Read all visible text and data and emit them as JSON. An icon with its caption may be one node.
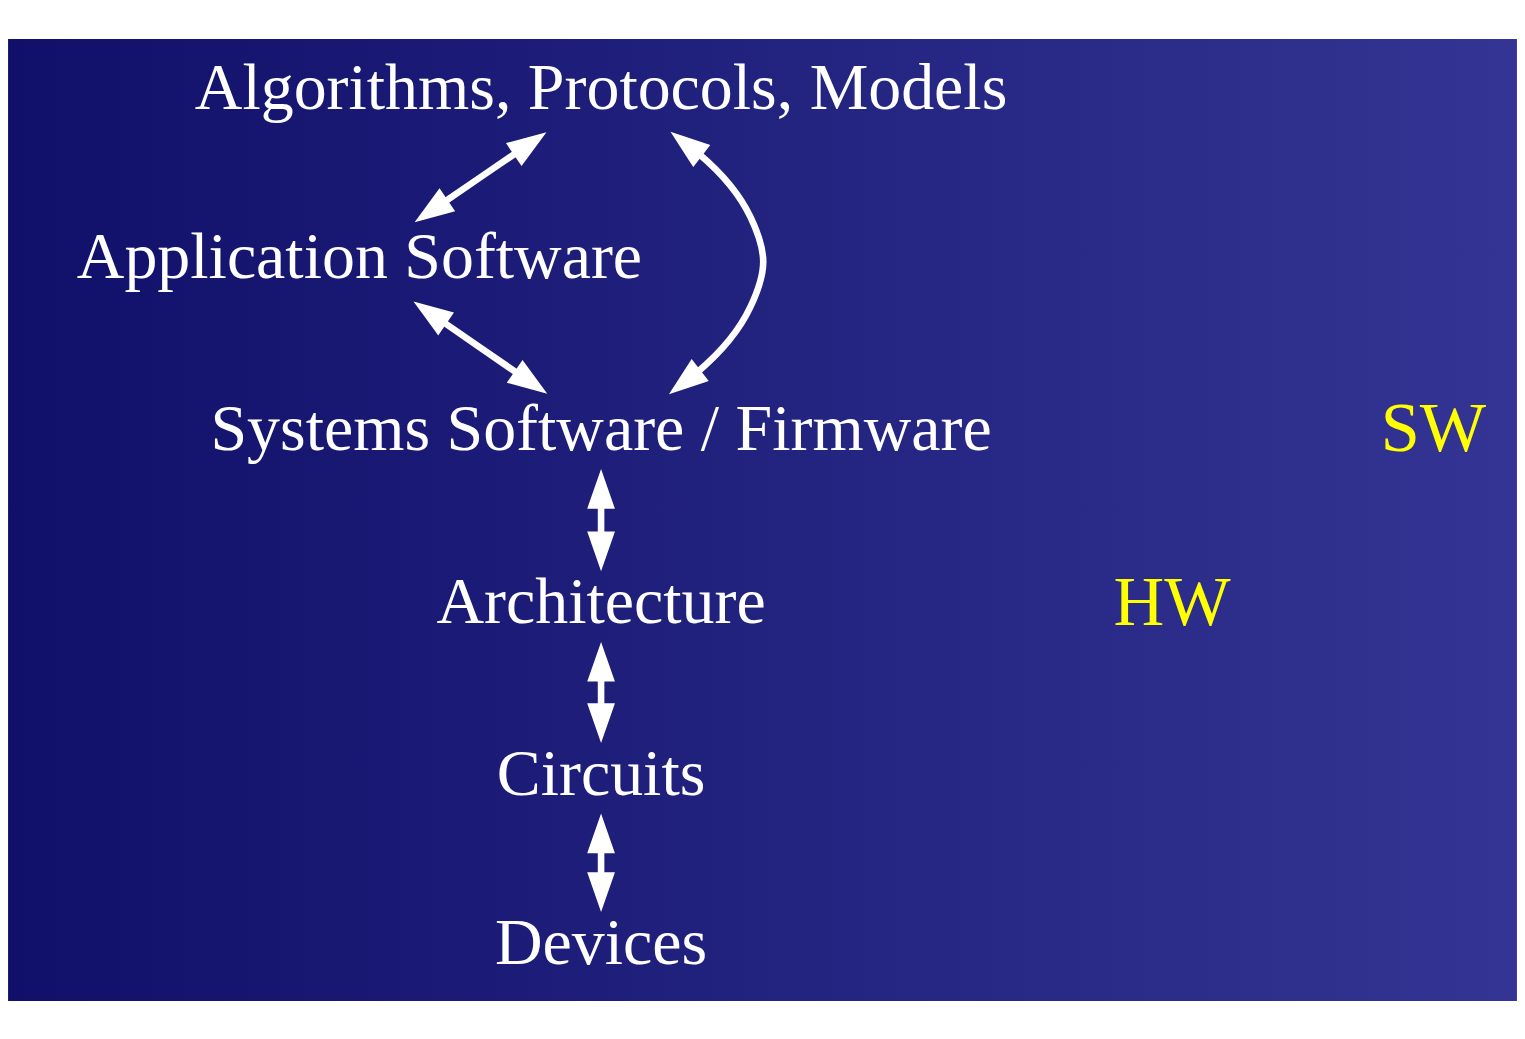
{
  "diagram": {
    "nodes": [
      {
        "text": [
          "Algorithms, Protocols, Models"
        ]
      },
      {
        "text": [
          "Application Software"
        ]
      },
      {
        "text": [
          "Systems Software / Firmware"
        ]
      },
      {
        "text": [
          "Architecture"
        ]
      },
      {
        "text": [
          "Circuits"
        ]
      },
      {
        "text": [
          "Devices"
        ]
      }
    ],
    "edges": [
      {
        "from": 0,
        "to": 2,
        "arrow": "both"
      },
      {
        "from": 0,
        "to": 1,
        "arrow": "both"
      },
      {
        "from": 1,
        "to": 2,
        "arrow": "both"
      },
      {
        "from": 2,
        "to": 3,
        "arrow": "both"
      },
      {
        "from": 3,
        "to": 4,
        "arrow": "both"
      },
      {
        "from": 4,
        "to": 5,
        "arrow": "both"
      }
    ],
    "labels": [
      "SW",
      "HW"
    ]
  }
}
